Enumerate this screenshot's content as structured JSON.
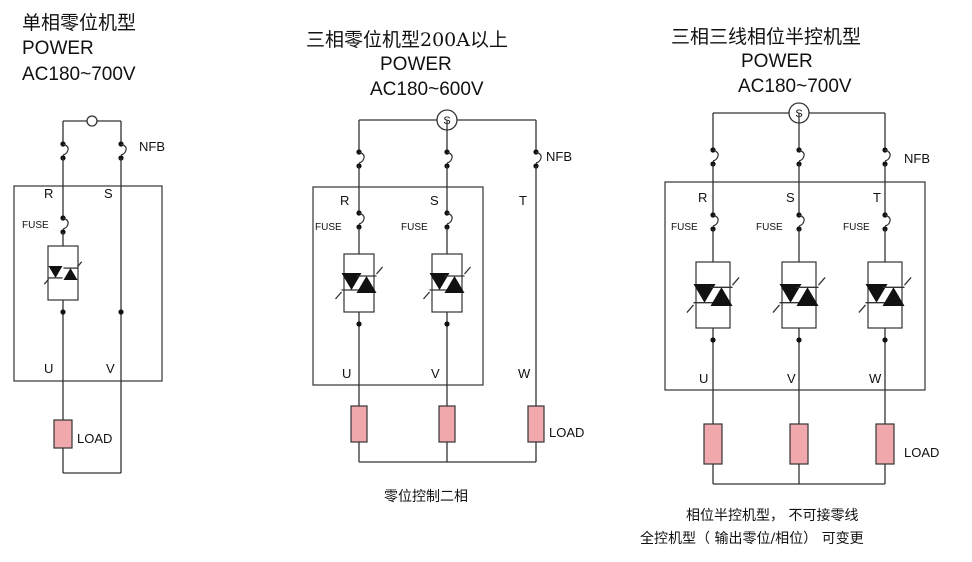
{
  "diagrams": [
    {
      "title": "单相零位机型",
      "power": "POWER",
      "voltage": "AC180~700V",
      "nfb": "NFB",
      "phases_in": [
        "R",
        "S"
      ],
      "fuse": "FUSE",
      "phases_out": [
        "U",
        "V"
      ],
      "load": "LOAD"
    },
    {
      "title": "三相零位机型200A以上",
      "power": "POWER",
      "voltage": "AC180~600V",
      "switch": "S",
      "nfb": "NFB",
      "phases_in": [
        "R",
        "S",
        "T"
      ],
      "fuse": "FUSE",
      "phases_out": [
        "U",
        "V",
        "W"
      ],
      "load": "LOAD",
      "caption": "零位控制二相"
    },
    {
      "title": "三相三线相位半控机型",
      "power": "POWER",
      "voltage": "AC180~700V",
      "switch": "S",
      "nfb": "NFB",
      "phases_in": [
        "R",
        "S",
        "T"
      ],
      "fuse": "FUSE",
      "phases_out": [
        "U",
        "V",
        "W"
      ],
      "load": "LOAD",
      "caption_line1": "相位半控机型， 不可接零线",
      "caption_line2": "全控机型（ 输出零位/相位） 可变更"
    }
  ],
  "colors": {
    "load_fill": "#f0a8ad",
    "line": "#333333"
  }
}
